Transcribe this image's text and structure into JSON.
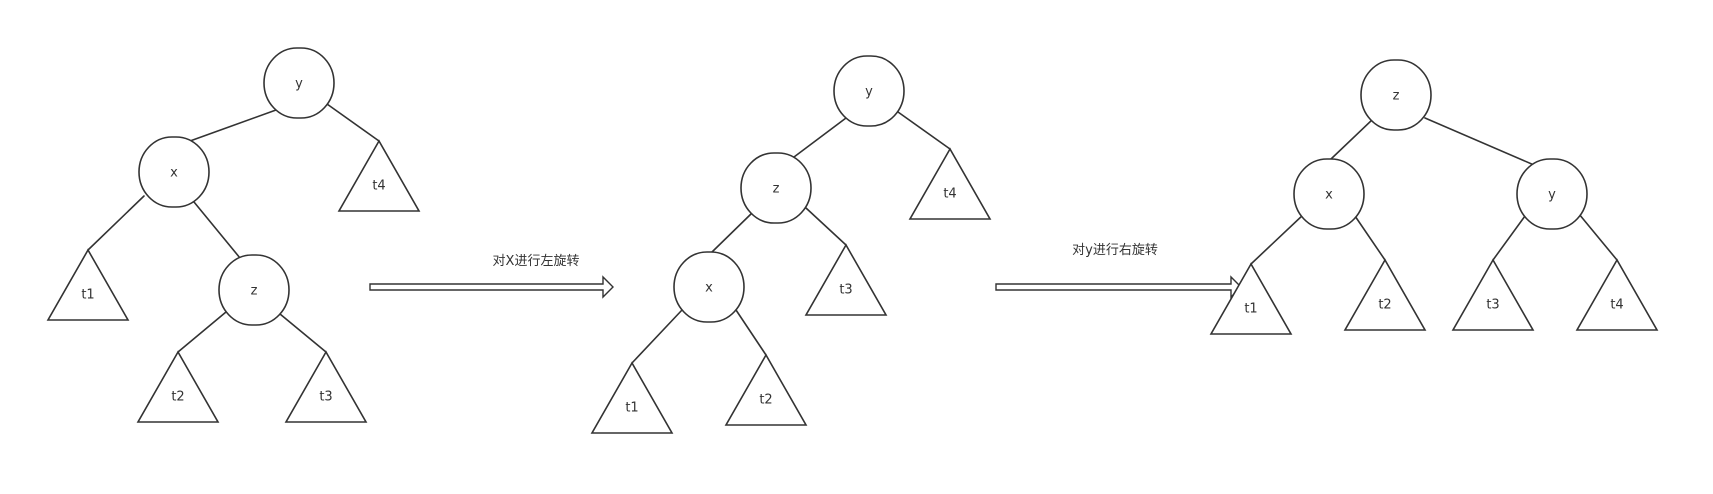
{
  "colors": {
    "stroke": "#333333",
    "fill": "#ffffff",
    "background": "#ffffff"
  },
  "steps": [
    {
      "nodes": [
        "y",
        "x",
        "z"
      ],
      "subtrees": [
        "t1",
        "t2",
        "t3",
        "t4"
      ]
    },
    {
      "nodes": [
        "y",
        "z",
        "x"
      ],
      "subtrees": [
        "t4",
        "t3",
        "t1",
        "t2"
      ]
    },
    {
      "nodes": [
        "z",
        "x",
        "y"
      ],
      "subtrees": [
        "t1",
        "t2",
        "t3",
        "t4"
      ]
    }
  ],
  "transitions": [
    {
      "label": "对X进行左旋转"
    },
    {
      "label": "对y进行右旋转"
    }
  ]
}
